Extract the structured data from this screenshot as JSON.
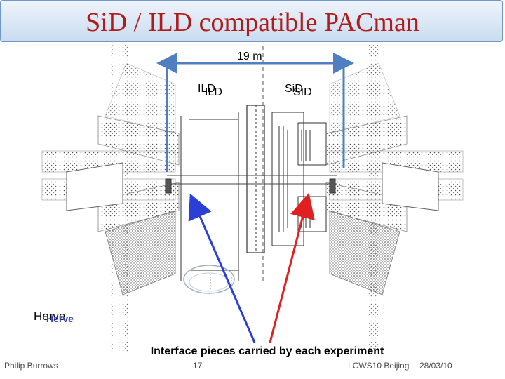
{
  "header": {
    "title": "SiD / ILD compatible PACman"
  },
  "diagram": {
    "span_label": "19 m",
    "ild_label": "ILD",
    "ild_label_shadow": "ILD",
    "sid_label": "SiD",
    "sid_label_shadow": "SID",
    "herve_label": "Herve",
    "herve_label_overlay": "Herve",
    "colors": {
      "span_arrow": "#4f7fc1",
      "ild_arrow": "#2b3fd6",
      "sid_arrow": "#e02020"
    }
  },
  "caption": "Interface pieces carried by each experiment",
  "footer": {
    "author": "Philip Burrows",
    "page": "17",
    "conference": "LCWS10 Beijing",
    "date": "28/03/10"
  }
}
